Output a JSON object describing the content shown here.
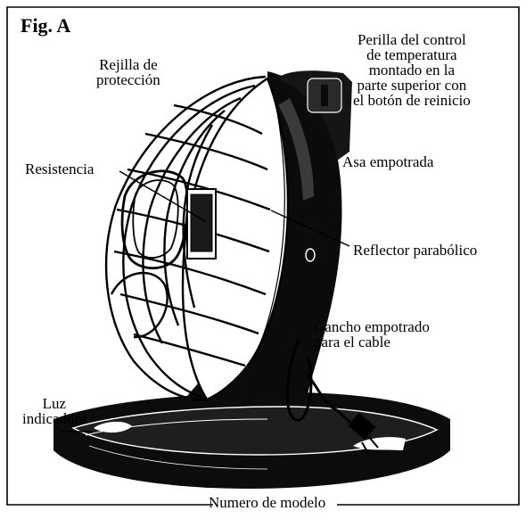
{
  "figure": {
    "title": "Fig. A"
  },
  "labels": {
    "guard": [
      "Rejilla de",
      "protección"
    ],
    "thermostat": [
      "Perilla del control",
      "de temperatura",
      "montado en la",
      "parte superior con",
      "el botón de reinicio"
    ],
    "handle": "Asa empotrada",
    "element": "Resistencia",
    "reflector": "Reflector parabólico",
    "cord_hook": [
      "Gancho empotrado",
      "para el cable"
    ],
    "light": [
      "Luz",
      "indicadora"
    ],
    "model": "Numero de modelo"
  }
}
